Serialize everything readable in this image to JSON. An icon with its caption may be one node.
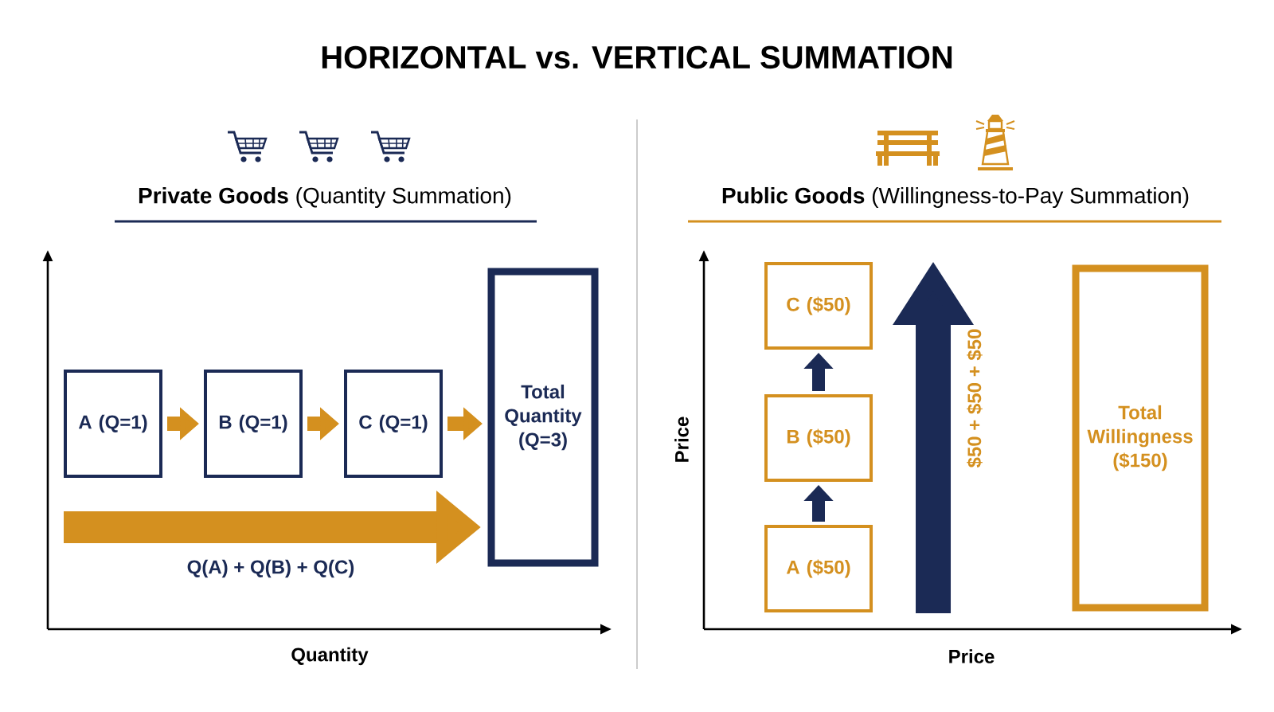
{
  "diagram": {
    "title": "HORIZONTAL vs. VERTICAL SUMMATION",
    "nodes": [
      {
        "text": [
          "A (Q=1)"
        ]
      },
      {
        "text": [
          "B (Q=1)"
        ]
      },
      {
        "text": [
          "C (Q=1)"
        ]
      },
      {
        "text": [
          "Total Quantity (Q=3)"
        ]
      },
      {
        "text": [
          "C ($50)"
        ]
      },
      {
        "text": [
          "B ($50)"
        ]
      },
      {
        "text": [
          "A ($50)"
        ]
      },
      {
        "text": [
          "Total Willingness ($150)"
        ]
      }
    ],
    "edges": [
      {
        "from": 0,
        "to": 1,
        "arrow": "to"
      },
      {
        "from": 1,
        "to": 2,
        "arrow": "to"
      },
      {
        "from": 2,
        "to": 3,
        "arrow": "to"
      },
      {
        "from": null,
        "to": 3,
        "arrow": "to",
        "label": "Q(A) + Q(B) + Q(C)",
        "style": "thick"
      },
      {
        "from": 6,
        "to": 5,
        "arrow": "to",
        "color": "#1b2a55"
      },
      {
        "from": 5,
        "to": 4,
        "arrow": "to",
        "color": "#1b2a55"
      }
    ],
    "labels": [
      "**Private Goods** (Quantity Summation)",
      "**Public Goods** (Willingness-to-Pay Summation)",
      "Price",
      "$50 + $50 + $50",
      "Quantity",
      "Price"
    ]
  }
}
